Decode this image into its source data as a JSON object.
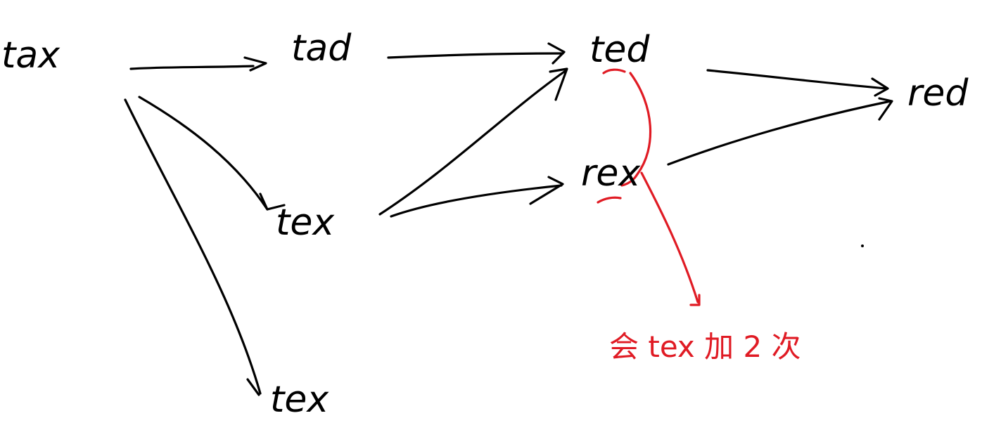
{
  "diagram": {
    "nodes": [
      {
        "id": "tax",
        "label": "tax"
      },
      {
        "id": "tad",
        "label": "tad"
      },
      {
        "id": "ted",
        "label": "ted"
      },
      {
        "id": "red",
        "label": "red"
      },
      {
        "id": "tex1",
        "label": "tex"
      },
      {
        "id": "rex",
        "label": "rex"
      },
      {
        "id": "tex2",
        "label": "tex"
      }
    ],
    "edges": [
      {
        "from": "tax",
        "to": "tad"
      },
      {
        "from": "tax",
        "to": "tex1"
      },
      {
        "from": "tax",
        "to": "tex2"
      },
      {
        "from": "tad",
        "to": "ted"
      },
      {
        "from": "tex1",
        "to": "ted"
      },
      {
        "from": "tex1",
        "to": "rex"
      },
      {
        "from": "ted",
        "to": "red"
      },
      {
        "from": "rex",
        "to": "red"
      }
    ],
    "annotation": {
      "text": "会 tex 加 2 次",
      "color": "#e01b24"
    },
    "colors": {
      "ink": "#000000",
      "annotation": "#e01b24"
    }
  }
}
